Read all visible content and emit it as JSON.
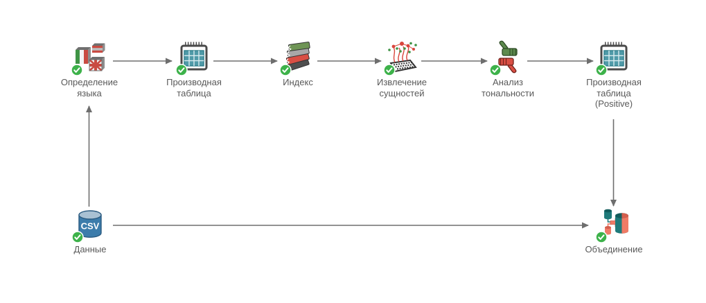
{
  "app": {
    "name": "workflow-canvas",
    "background": "#ffffff"
  },
  "colors": {
    "arrow": "#6e6e6e",
    "label_text": "#595959",
    "status_success": "#3db24a",
    "table_teal": "#4f9aa8",
    "join_teal": "#1f7a7a",
    "join_coral": "#ef7b66",
    "csv_blue": "#3c7cab"
  },
  "nodes": [
    {
      "id": "language-detection",
      "lines": [
        "Определение",
        "языка"
      ],
      "icon": "language-flags-icon",
      "status": "success"
    },
    {
      "id": "derived-table",
      "lines": [
        "Производная",
        "таблица"
      ],
      "icon": "table-icon",
      "status": "success"
    },
    {
      "id": "index",
      "lines": [
        "Индекс"
      ],
      "icon": "books-stack-icon",
      "status": "success"
    },
    {
      "id": "entity-extraction",
      "lines": [
        "Извлечение",
        "сущностей"
      ],
      "icon": "entity-network-icon",
      "status": "success"
    },
    {
      "id": "sentiment-analysis",
      "lines": [
        "Анализ",
        "тональности"
      ],
      "icon": "thumbs-up-down-icon",
      "status": "success"
    },
    {
      "id": "derived-table-positive",
      "lines": [
        "Производная",
        "таблица",
        "(Positive)"
      ],
      "icon": "table-icon",
      "status": "success"
    },
    {
      "id": "data",
      "lines": [
        "Данные"
      ],
      "icon": "csv-database-icon",
      "icon_text": "CSV",
      "status": "success"
    },
    {
      "id": "join",
      "lines": [
        "Объединение"
      ],
      "icon": "join-cylinders-icon",
      "status": "success"
    }
  ],
  "edges": [
    {
      "from": "data",
      "to": "language-detection"
    },
    {
      "from": "language-detection",
      "to": "derived-table"
    },
    {
      "from": "derived-table",
      "to": "index"
    },
    {
      "from": "index",
      "to": "entity-extraction"
    },
    {
      "from": "entity-extraction",
      "to": "sentiment-analysis"
    },
    {
      "from": "sentiment-analysis",
      "to": "derived-table-positive"
    },
    {
      "from": "derived-table-positive",
      "to": "join"
    },
    {
      "from": "data",
      "to": "join"
    }
  ]
}
